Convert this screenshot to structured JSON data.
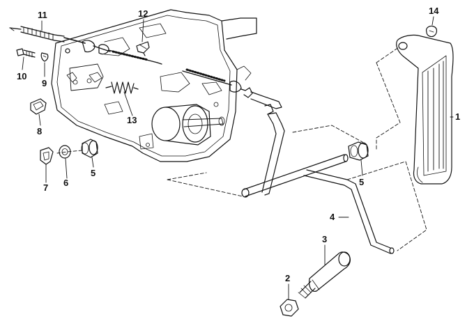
{
  "diagram": {
    "stroke_color": "#111111",
    "background_color": "#ffffff",
    "callouts": {
      "n1": "1",
      "n2": "2",
      "n3": "3",
      "n4": "4",
      "n5a": "5",
      "n5b": "5",
      "n6": "6",
      "n7": "7",
      "n8": "8",
      "n9": "9",
      "n10": "10",
      "n11": "11",
      "n12": "12",
      "n13": "13",
      "n14": "14"
    }
  }
}
